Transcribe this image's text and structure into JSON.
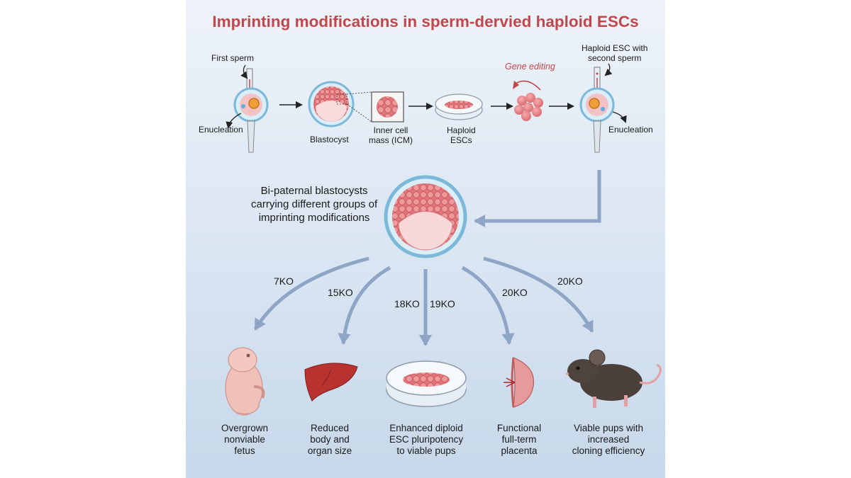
{
  "title": "Imprinting modifications in sperm-dervied haploid ESCs",
  "top_row": {
    "first_sperm": "First sperm",
    "enucleation_left": "Enucleation",
    "blastocyst": "Blastocyst",
    "icm": [
      "Inner cell",
      "mass (ICM)"
    ],
    "haploid_escs": [
      "Haploid",
      "ESCs"
    ],
    "gene_editing": "Gene editing",
    "haploid_esc_second_sperm": [
      "Haploid ESC with",
      "second sperm"
    ],
    "enucleation_right": "Enucleation"
  },
  "center": {
    "bi_paternal": [
      "Bi-paternal blastocysts",
      "carrying different groups of",
      "imprinting modifications"
    ]
  },
  "knockouts": [
    "7KO",
    "15KO",
    "18KO",
    "19KO",
    "20KO",
    "20KO"
  ],
  "outcomes": {
    "fetus": [
      "Overgrown",
      "nonviable",
      "fetus"
    ],
    "liver": [
      "Reduced",
      "body and",
      "organ size"
    ],
    "dish": [
      "Enhanced diploid",
      "ESC pluripotency",
      "to viable pups"
    ],
    "placenta": [
      "Functional",
      "full-term",
      "placenta"
    ],
    "mouse": [
      "Viable pups with",
      "increased",
      "cloning efficiency"
    ]
  },
  "colors": {
    "title": "#c0474b",
    "arrow": "#8ea5c6",
    "cell_pink": "#e7868a",
    "membrane_blue": "#7cb9d8"
  },
  "icons": [
    "pipette-icon",
    "oocyte-icon",
    "holding-pipette-icon",
    "blastocyst-icon",
    "icm-icon",
    "petri-dish-icon",
    "cell-cluster-icon",
    "fetus-icon",
    "liver-icon",
    "placenta-icon",
    "mouse-icon"
  ]
}
